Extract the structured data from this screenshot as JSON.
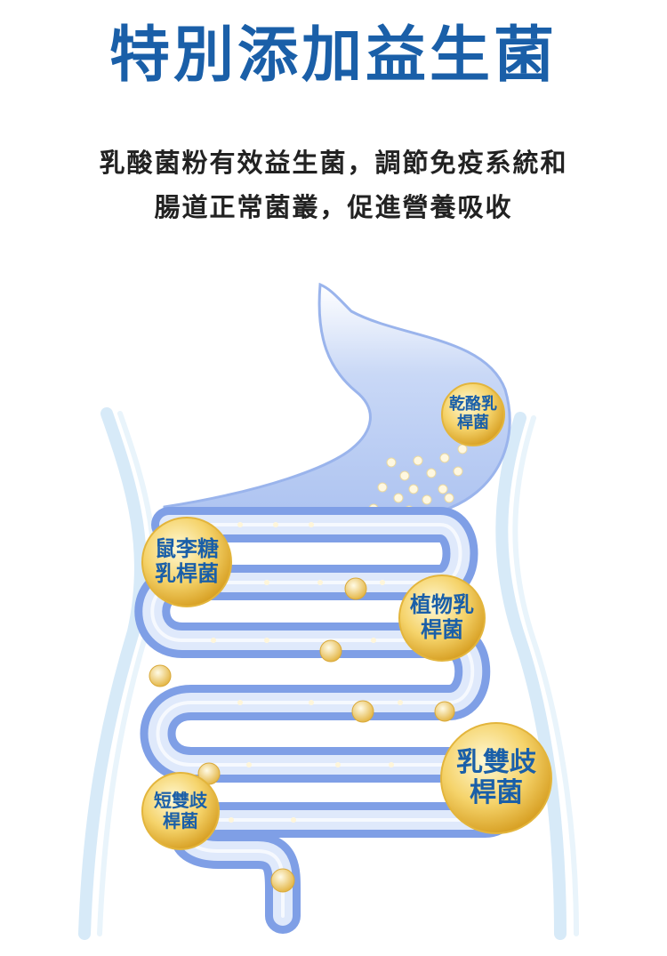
{
  "heading": "特別添加益生菌",
  "description": {
    "line1": "乳酸菌粉有效益生菌，調節免疫系統和",
    "line2": "腸道正常菌叢，促進營養吸收"
  },
  "bacteria": [
    {
      "line1": "乾酪乳",
      "line2": "桿菌"
    },
    {
      "line1": "鼠李糖",
      "line2": "乳桿菌"
    },
    {
      "line1": "植物乳",
      "line2": "桿菌"
    },
    {
      "line1": "乳雙歧",
      "line2": "桿菌"
    },
    {
      "line1": "短雙歧",
      "line2": "桿菌"
    }
  ],
  "colors": {
    "heading": "#1a5fa8",
    "tube": "#7f9fe6",
    "tube_inner": "#dfe9fb",
    "bubble_gold": "#e7b52d",
    "body_outline": "#cfe6f7"
  }
}
